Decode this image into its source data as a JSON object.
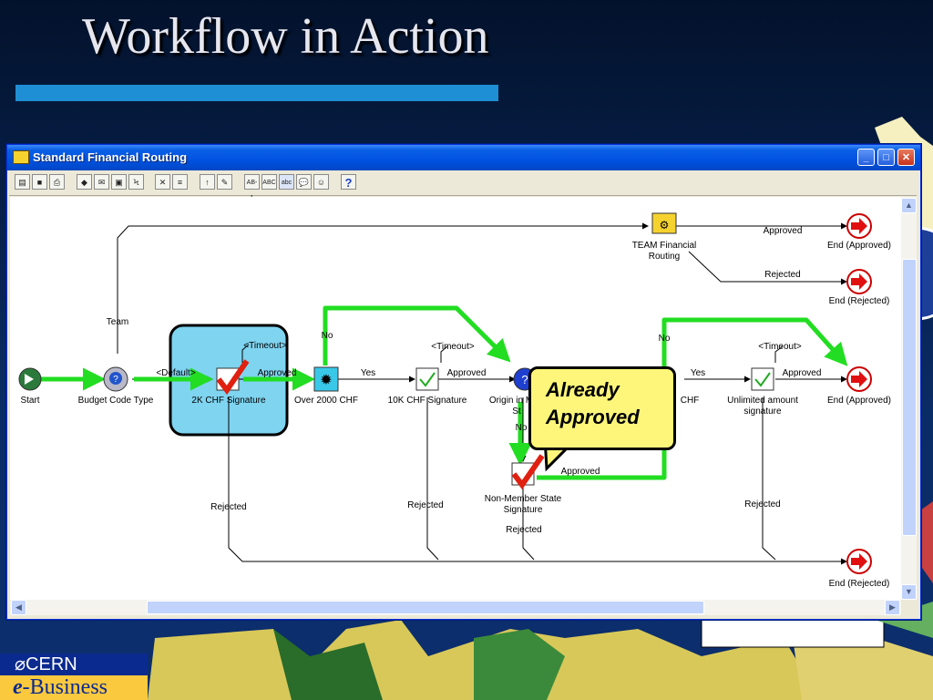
{
  "slide": {
    "title": "Workflow in Action"
  },
  "window": {
    "title": "Standard Financial Routing",
    "controls": {
      "minimize": "_",
      "maximize": "□",
      "close": "✕"
    },
    "toolbar": {
      "ab1": "AB-1",
      "abc_upper": "ABC",
      "abc_lower": "abc",
      "help": "?"
    }
  },
  "diagram": {
    "nodes": {
      "start": "Start",
      "budget_code_type": "Budget Code Type",
      "sig_2k": "2K CHF Signature",
      "over_2000": "Over 2000 CHF",
      "sig_10k": "10K CHF Signature",
      "origin": "Origin in M",
      "origin_line2": "St",
      "chf_partial": "CHF",
      "unlimited_line1": "Unlimited amount",
      "unlimited_line2": "signature",
      "end_approved_top": "End (Approved)",
      "end_rejected_top": "End (Rejected)",
      "end_approved_mid": "End (Approved)",
      "end_rejected_bottom": "End (Rejected)",
      "team_routing_line1": "TEAM Financial",
      "team_routing_line2": "Routing",
      "nonmember_line1": "Non-Member State",
      "nonmember_line2": "Signature"
    },
    "labels": {
      "team": "Team",
      "default": "<Default>",
      "timeout_2k": "<Timeout>",
      "approved_2k": "Approved",
      "no_left": "No",
      "yes_left": "Yes",
      "timeout_10k": "<Timeout>",
      "approved_10k": "Approved",
      "no_right": "No",
      "yes_right": "Yes",
      "timeout_unl": "<Timeout>",
      "approved_unl": "Approved",
      "approved_team": "Approved",
      "rejected_team": "Rejected",
      "rejected_2k": "Rejected",
      "rejected_10k": "Rejected",
      "rejected_unl": "Rejected",
      "rejected_nonmember": "Rejected",
      "approved_nonmember": "Approved",
      "no_origin": "No"
    }
  },
  "callout": {
    "line1": "Already",
    "line2": "Approved"
  },
  "footer": {
    "cern": "CERN",
    "e": "e",
    "business": "-Business"
  },
  "colors": {
    "highlight_path": "#22dd22",
    "check": "#e02010",
    "selection": "#7fd4f0"
  }
}
